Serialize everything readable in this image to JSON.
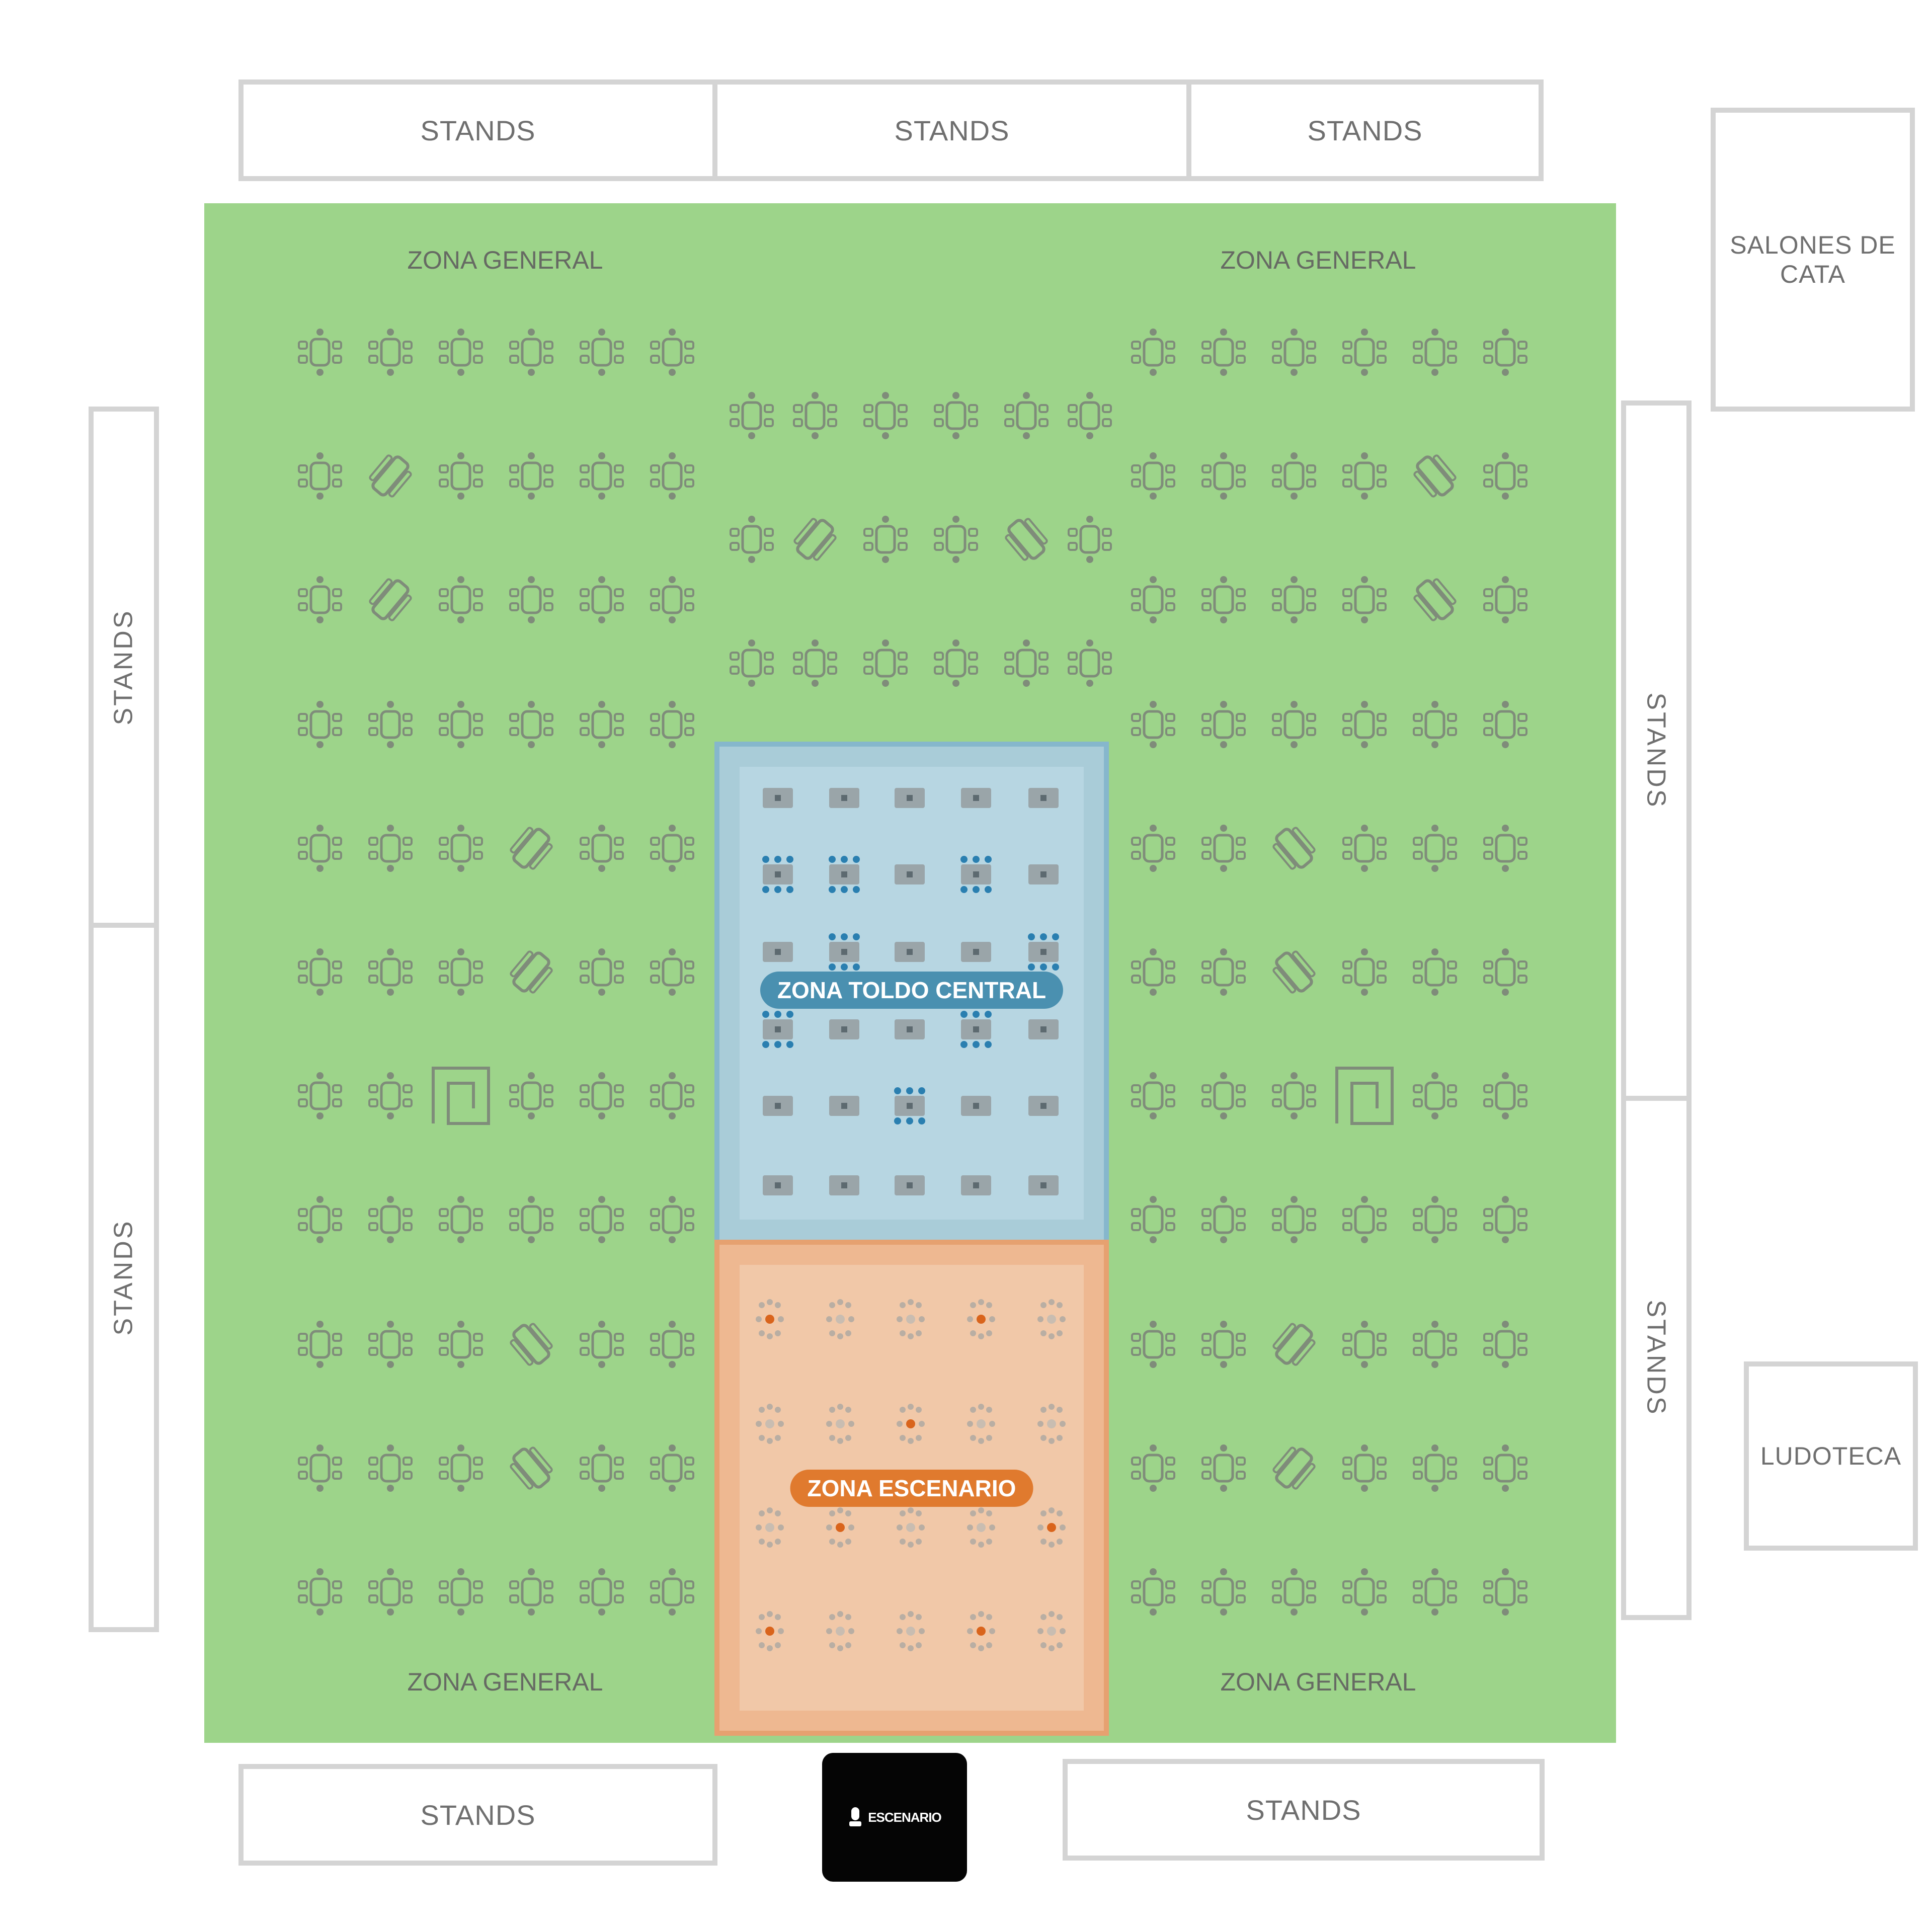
{
  "stands": {
    "top": [
      "STANDS",
      "STANDS",
      "STANDS"
    ],
    "left": [
      "STANDS",
      "STANDS"
    ],
    "right": [
      "STANDS",
      "STANDS"
    ],
    "bottom": [
      "STANDS",
      "STANDS"
    ]
  },
  "rooms": {
    "salones": "SALONES DE CATA",
    "ludoteca": "LUDOTECA"
  },
  "zones": {
    "general": [
      "ZONA GENERAL",
      "ZONA GENERAL",
      "ZONA GENERAL",
      "ZONA GENERAL"
    ],
    "toldo": "ZONA TOLDO CENTRAL",
    "escenario": "ZONA ESCENARIO"
  },
  "stage_label": "ESCENARIO",
  "colors": {
    "general": "#9dd48a",
    "toldo": "#a9ccd8",
    "escenario": "#eeb891",
    "toldo_pill": "#4a90b0",
    "escenario_pill": "#e07a2e",
    "stage": "#050505"
  },
  "icons": {
    "table": "round-table-icon",
    "wheelchair": "accessible-table-icon",
    "feature": "square-spiral-icon",
    "stage": "microphone-icon"
  }
}
